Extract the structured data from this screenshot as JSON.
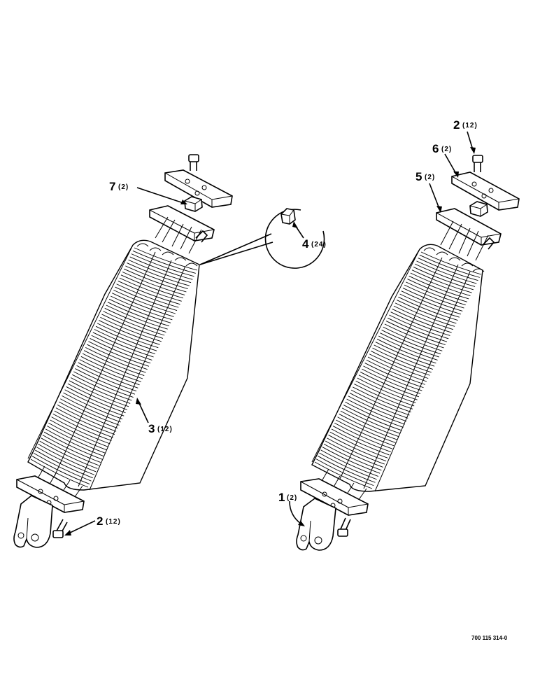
{
  "callouts": {
    "left": [
      {
        "num": "7",
        "qty": "(2)"
      },
      {
        "num": "4",
        "qty": "(24)"
      },
      {
        "num": "3",
        "qty": "(12)"
      },
      {
        "num": "2",
        "qty": "(12)"
      }
    ],
    "right": [
      {
        "num": "2",
        "qty": "(12)"
      },
      {
        "num": "6",
        "qty": "(2)"
      },
      {
        "num": "5",
        "qty": "(2)"
      },
      {
        "num": "1",
        "qty": "(2)"
      }
    ]
  },
  "drawing_number": "700 115 314-0"
}
